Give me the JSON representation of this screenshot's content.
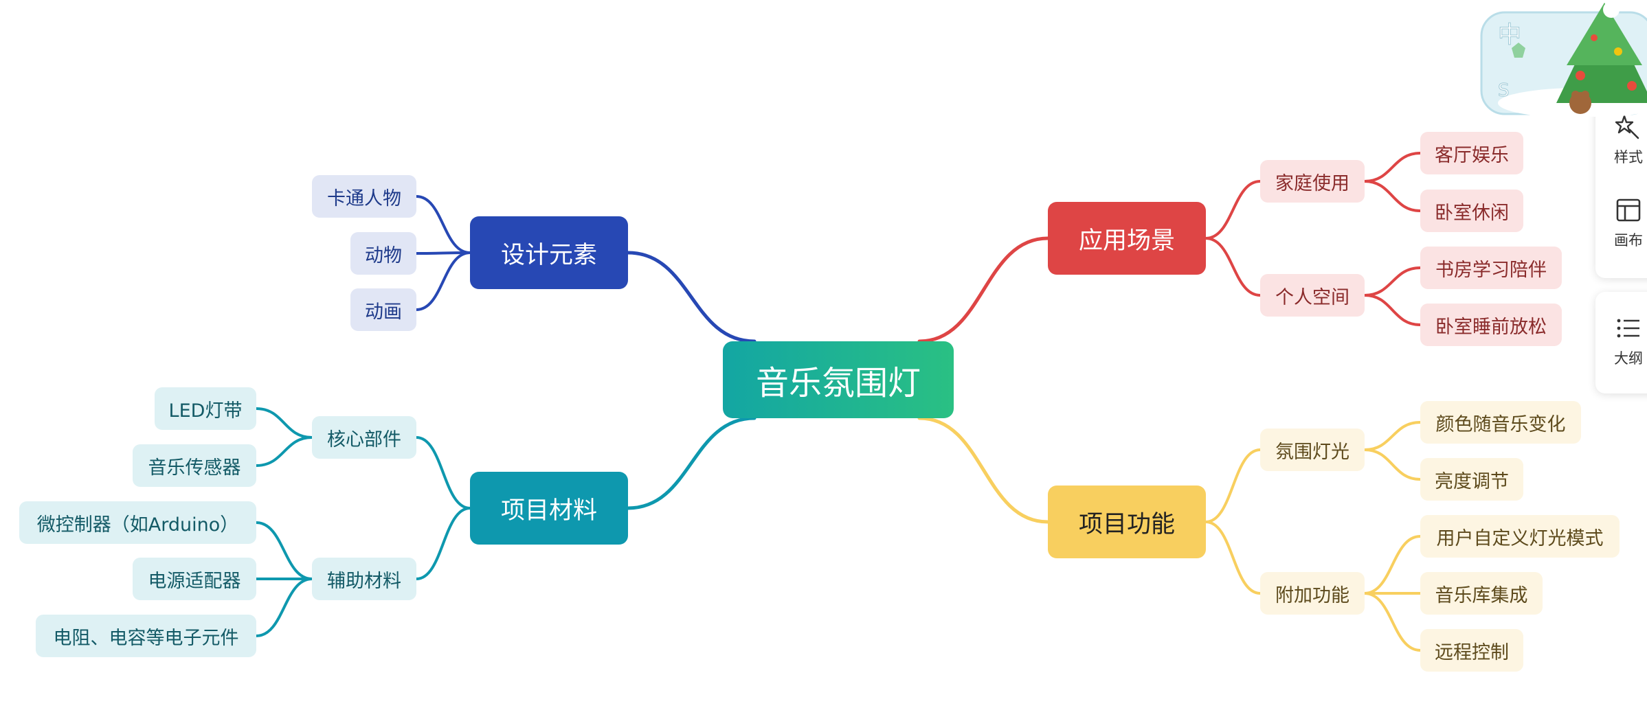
{
  "mindmap": {
    "root": {
      "label": "音乐氛围灯"
    },
    "branches": [
      {
        "id": "design",
        "label": "设计元素",
        "color": "#2748b4",
        "light": "#e1e6f5",
        "text": "#1e3a8a",
        "children": [
          {
            "label": "卡通人物"
          },
          {
            "label": "动物"
          },
          {
            "label": "动画"
          }
        ]
      },
      {
        "id": "materials",
        "label": "项目材料",
        "color": "#0e98ae",
        "light": "#def1f4",
        "text": "#135a66",
        "children": [
          {
            "label": "核心部件",
            "children": [
              {
                "label": "LED灯带"
              },
              {
                "label": "音乐传感器"
              }
            ]
          },
          {
            "label": "辅助材料",
            "children": [
              {
                "label": "微控制器（如Arduino）"
              },
              {
                "label": "电源适配器"
              },
              {
                "label": "电阻、电容等电子元件"
              }
            ]
          }
        ]
      },
      {
        "id": "scenes",
        "label": "应用场景",
        "color": "#de4545",
        "light": "#fbe3e3",
        "text": "#8a2b2b",
        "children": [
          {
            "label": "家庭使用",
            "children": [
              {
                "label": "客厅娱乐"
              },
              {
                "label": "卧室休闲"
              }
            ]
          },
          {
            "label": "个人空间",
            "children": [
              {
                "label": "书房学习陪伴"
              },
              {
                "label": "卧室睡前放松"
              }
            ]
          }
        ]
      },
      {
        "id": "features",
        "label": "项目功能",
        "color": "#f8cf5f",
        "light": "#fdf5e2",
        "text": "#5d4a1c",
        "mainText": "#222222",
        "children": [
          {
            "label": "氛围灯光",
            "children": [
              {
                "label": "颜色随音乐变化"
              },
              {
                "label": "亮度调节"
              }
            ]
          },
          {
            "label": "附加功能",
            "children": [
              {
                "label": "用户自定义灯光模式"
              },
              {
                "label": "音乐库集成"
              },
              {
                "label": "远程控制"
              }
            ]
          }
        ]
      }
    ]
  },
  "side_panel": {
    "style": {
      "label": "样式",
      "icon": "magic-wand-icon"
    },
    "canvas": {
      "label": "画布",
      "icon": "layout-icon"
    },
    "outline": {
      "label": "大纲",
      "icon": "list-icon"
    }
  },
  "sticker": {
    "glyphs": [
      "中",
      "S"
    ]
  }
}
